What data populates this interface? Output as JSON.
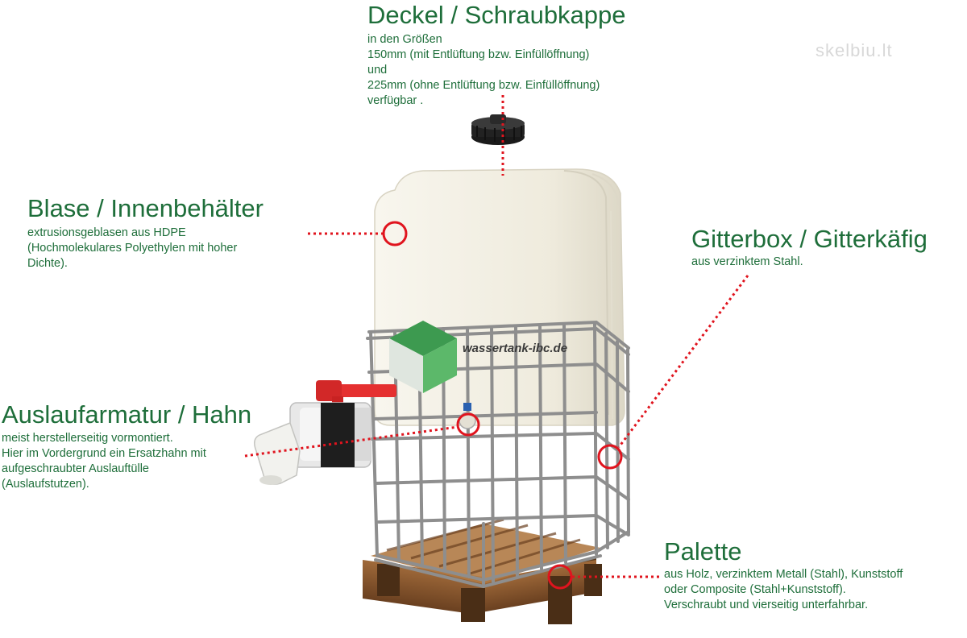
{
  "deckel": {
    "title": "Deckel / Schraubkappe",
    "lines": [
      "in den Größen",
      "150mm (mit Entlüftung bzw. Einfüllöffnung)",
      "und",
      "225mm (ohne Entlüftung bzw. Einfüllöffnung)",
      "verfügbar ."
    ]
  },
  "blase": {
    "title": "Blase / Innenbehälter",
    "lines": [
      "extrusionsgeblasen aus HDPE",
      "(Hochmolekulares Polyethylen mit hoher",
      "Dichte)."
    ]
  },
  "gitterbox": {
    "title": "Gitterbox / Gitterkäfig",
    "lines": [
      "aus verzinktem Stahl."
    ]
  },
  "auslauf": {
    "title": "Auslaufarmatur / Hahn",
    "lines": [
      "meist herstellerseitig vormontiert.",
      "Hier im Vordergrund ein Ersatzhahn mit",
      "aufgeschraubter Auslauftülle",
      "(Auslaufstutzen)."
    ]
  },
  "palette": {
    "title": "Palette",
    "lines": [
      "aus Holz, verzinktem Metall (Stahl), Kunststoff",
      "oder Composite (Stahl+Kunststoff).",
      "Verschraubt und vierseitig unterfahrbar."
    ]
  },
  "logo_text": "wassertank-ibc.de",
  "watermark": "skelbiu.lt",
  "colors": {
    "label_green": "#1e6e3a",
    "pointer_red": "#e0141e",
    "tank": "#f3f0e6",
    "cage": "#8e8e8e",
    "wood": "#8a5a30",
    "valve_red": "#e53030",
    "logo_green": "#4caa5c"
  }
}
